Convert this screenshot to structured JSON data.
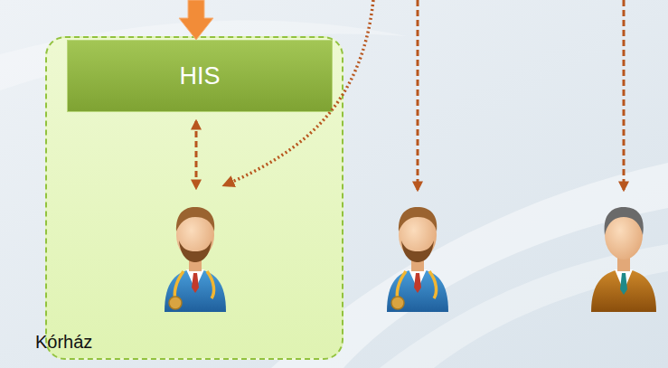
{
  "diagram": {
    "nodes": [
      {
        "text": [
          "Kórház"
        ]
      },
      {
        "text": [
          "HIS"
        ],
        "in": 0
      }
    ]
  }
}
